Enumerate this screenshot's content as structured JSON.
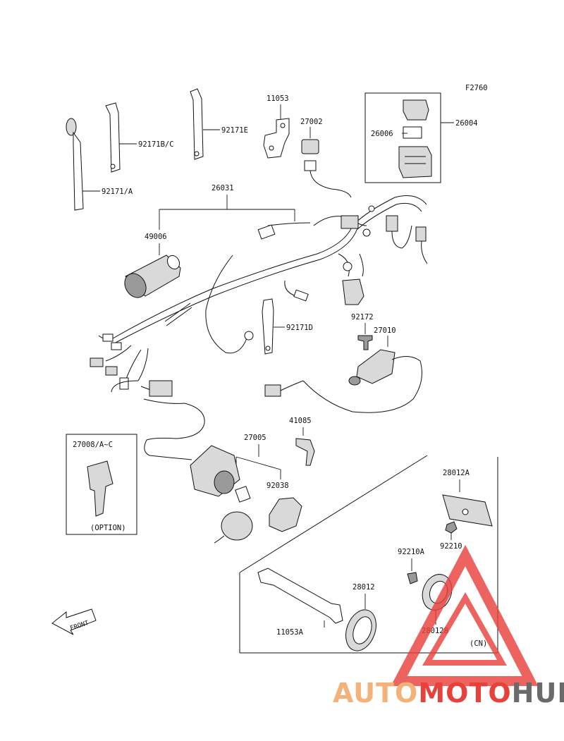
{
  "figure_code": "F2760",
  "parts": {
    "p26004": "26004",
    "p26006": "26006",
    "p11053": "11053",
    "p27002": "27002",
    "p92171be": "92171E",
    "p92171bc": "92171B/C",
    "p92171a": "92171/A",
    "p26031": "26031",
    "p49006": "49006",
    "p92171d": "92171D",
    "p92172": "92172",
    "p27010": "27010",
    "p27008": "27008/A~C",
    "p27005": "27005",
    "p41085": "41085",
    "p92038": "92038",
    "p28012a": "28012A",
    "p92210": "92210",
    "p92210a": "92210A",
    "p28012": "28012",
    "p11053a": "11053A",
    "p28012b": "28012B"
  },
  "notes": {
    "option": "(OPTION)",
    "cn": "(CN)",
    "front": "FRONT"
  },
  "watermark": {
    "part1": "AUTO",
    "part2": "MOTO",
    "part3": "HUB",
    "color_orange": "#f3b27a",
    "color_red": "#e8413c",
    "color_gray": "#6a6a6a"
  }
}
